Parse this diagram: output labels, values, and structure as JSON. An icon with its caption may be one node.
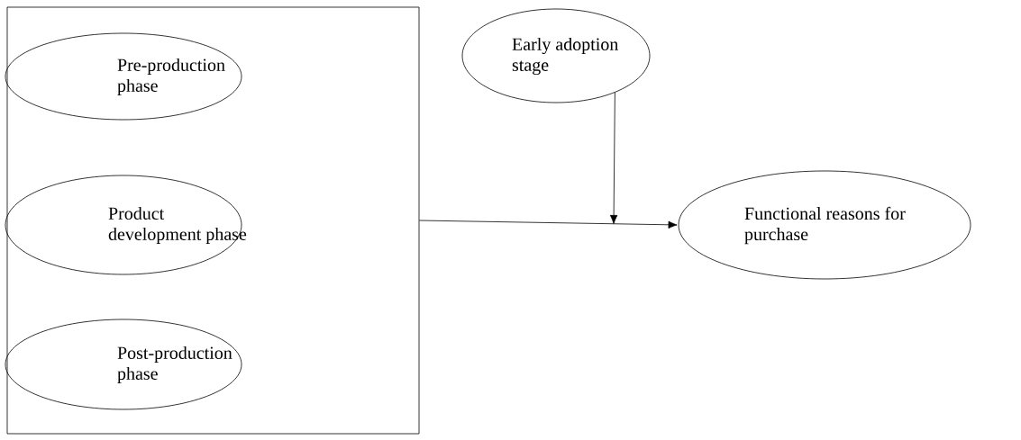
{
  "diagram": {
    "nodes": [
      {
        "text": [],
        "shape": "box"
      },
      {
        "text": [
          "Pre-production phase"
        ],
        "in": 0
      },
      {
        "text": [
          "Product development phase"
        ],
        "in": 0
      },
      {
        "text": [
          "Post-production phase"
        ],
        "in": 0
      },
      {
        "text": [
          "Early adoption stage"
        ]
      },
      {
        "text": [
          "Functional reasons for purchase"
        ]
      }
    ],
    "edges": [
      {
        "from": 0,
        "to": 5,
        "arrow": "to"
      },
      {
        "from": 4,
        "to": null,
        "arrow": "to"
      }
    ]
  }
}
